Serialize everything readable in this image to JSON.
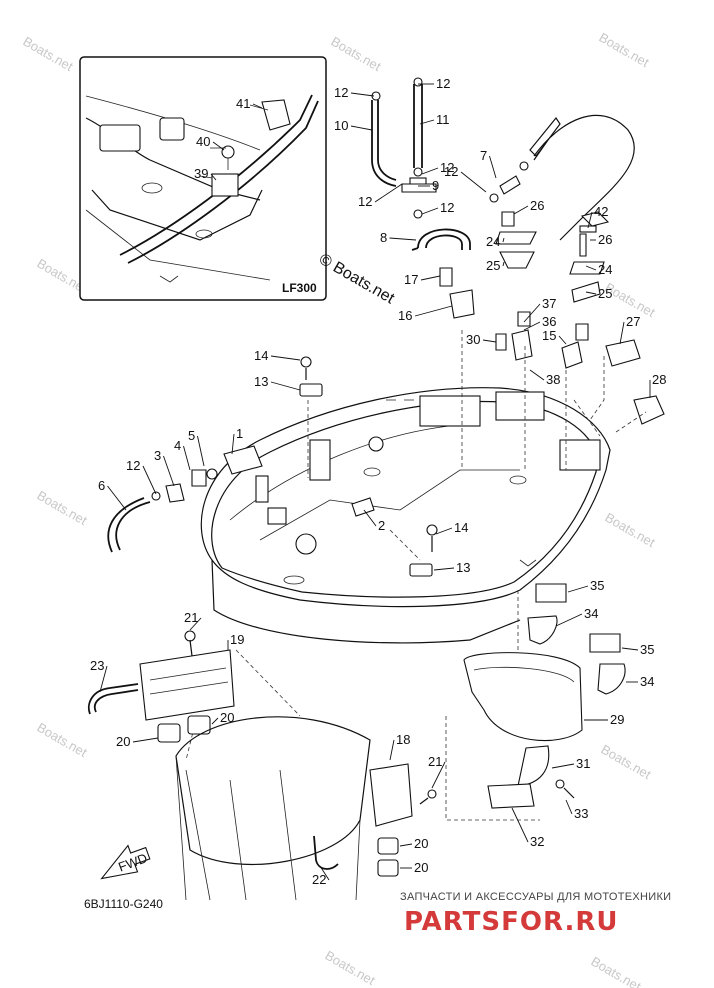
{
  "diagram": {
    "code": "6BJ1110-G240",
    "inset_code": "LF300",
    "fwd_label": "FWD",
    "watermark": "© Boats.net",
    "watermark_light": "Boats.net",
    "brand_subtitle": "ЗАПЧАСТИ И АКСЕССУАРЫ ДЛЯ МОТОТЕХНИКИ",
    "brand_name": "PARTSFOR.RU",
    "callouts": [
      "12",
      "12",
      "10",
      "11",
      "41",
      "40",
      "39",
      "12",
      "7",
      "12",
      "9",
      "12",
      "12",
      "8",
      "26",
      "42",
      "26",
      "24",
      "25",
      "17",
      "24",
      "25",
      "16",
      "37",
      "36",
      "30",
      "15",
      "27",
      "38",
      "14",
      "13",
      "28",
      "1",
      "5",
      "4",
      "3",
      "12",
      "6",
      "2",
      "14",
      "13",
      "35",
      "34",
      "35",
      "21",
      "19",
      "29",
      "34",
      "23",
      "20",
      "20",
      "18",
      "31",
      "21",
      "20",
      "33",
      "22",
      "20",
      "32"
    ]
  }
}
